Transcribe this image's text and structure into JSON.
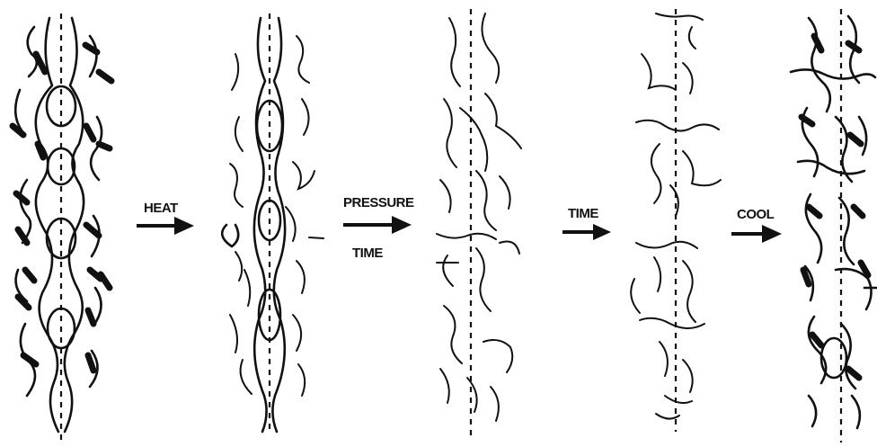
{
  "steps": [
    {
      "label": "HEAT",
      "icon": "arrow-right-icon"
    },
    {
      "label": "PRESSURE",
      "sublabel": "TIME",
      "icon": "arrow-right-icon"
    },
    {
      "label": "TIME",
      "icon": "arrow-right-icon"
    },
    {
      "label": "COOL",
      "icon": "arrow-right-icon"
    }
  ],
  "colors": {
    "ink": "#111111",
    "background": "#ffffff"
  }
}
